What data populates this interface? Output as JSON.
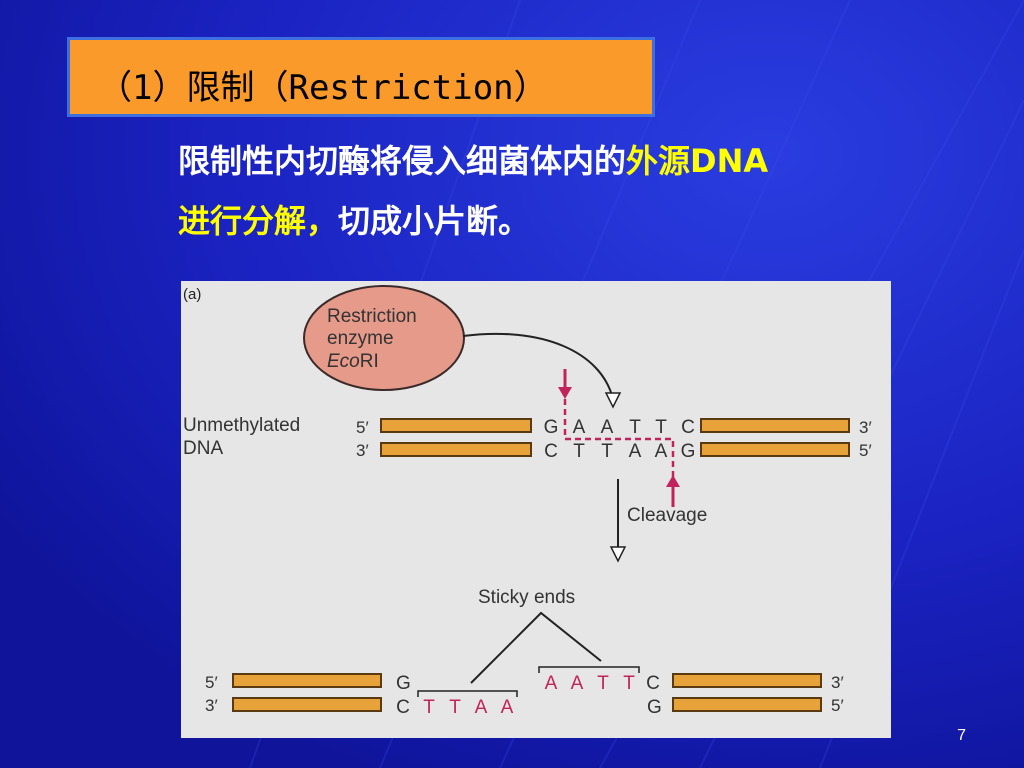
{
  "slide": {
    "title": "（1）限制（Restriction）",
    "line1_plain": "限制性内切酶将侵入细菌体内的",
    "line1_highlight": "外源DNA",
    "line2_highlight": "进行分解，",
    "line2_plain": "切成小片断。",
    "page_number": "7"
  },
  "figure": {
    "panel_label": "(a)",
    "enzyme_line1": "Restriction",
    "enzyme_line2": "enzyme",
    "enzyme_line3_italic": "Eco",
    "enzyme_line3_rest": "RI",
    "dna_label_line1": "Unmethylated",
    "dna_label_line2": "DNA",
    "top_left_5": "5′",
    "top_left_3": "3′",
    "top_right_3": "3′",
    "top_right_5": "5′",
    "top_seq": [
      "G",
      "A",
      "A",
      "T",
      "T",
      "C"
    ],
    "bottom_seq": [
      "C",
      "T",
      "T",
      "A",
      "A",
      "G"
    ],
    "cleavage_label": "Cleavage",
    "sticky_label": "Sticky ends",
    "bl_5": "5′",
    "bl_3": "3′",
    "br_3": "3′",
    "br_5": "5′",
    "left_top_base": "G",
    "left_bottom_bases": [
      "C",
      "T",
      "T",
      "A",
      "A"
    ],
    "right_top_bases": [
      "A",
      "A",
      "T",
      "T",
      "C"
    ],
    "right_bottom_base": "G",
    "colors": {
      "strand_fill": "#e8a23a",
      "strand_stroke": "#5a3a10",
      "magenta": "#c0245a",
      "enzyme_fill": "#e59a8a"
    }
  }
}
